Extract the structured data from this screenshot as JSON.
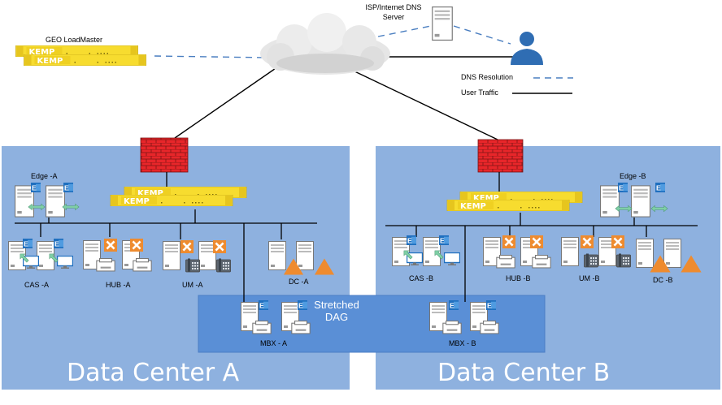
{
  "labels": {
    "geo_loadmaster": "GEO LoadMaster",
    "isp_dns_line1": "ISP/Internet DNS",
    "isp_dns_line2": "Server",
    "edge_a": "Edge -A",
    "edge_b": "Edge -B",
    "cas_a": "CAS -A",
    "hub_a": "HUB -A",
    "um_a": "UM -A",
    "dc_a": "DC -A",
    "cas_b": "CAS -B",
    "hub_b": "HUB -B",
    "um_b": "UM -B",
    "dc_b": "DC -B",
    "mbx_a": "MBX - A",
    "mbx_b": "MBX - B",
    "dag_line1": "Stretched",
    "dag_line2": "DAG",
    "datacenter_a": "Data Center A",
    "datacenter_b": "Data Center B"
  },
  "legend": {
    "dns_resolution": "DNS Resolution",
    "user_traffic": "User Traffic"
  },
  "logos": {
    "kemp": "KEMP",
    "exchange": "E"
  },
  "icons": [
    "cloud-icon",
    "firewall-icon",
    "server-icon",
    "user-icon",
    "load-balancer-icon",
    "exchange-icon",
    "monitor-icon",
    "printer-icon",
    "phone-icon",
    "triangle-icon"
  ],
  "colors": {
    "datacenter_bg": "#8eb1df",
    "dag_bg": "#5a8fd6",
    "firewall": "#e8262a",
    "loadbalancer": "#f7dc2f",
    "exchange_blue": "#1f6fbf",
    "hub_orange": "#ee8b2f",
    "triangle_orange": "#ee8b2f",
    "dns_dash": "#4a7ec0",
    "user_blue": "#2f6db3"
  }
}
